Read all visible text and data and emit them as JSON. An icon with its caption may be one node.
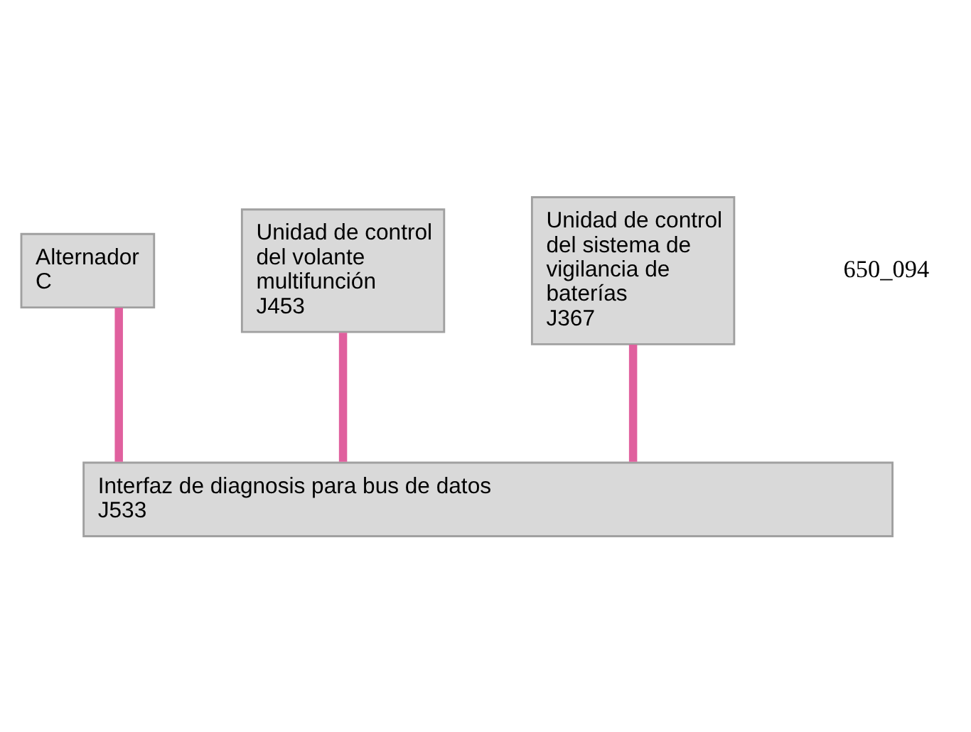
{
  "diagram": {
    "nodes": [
      {
        "text": [
          "Alternador",
          "C"
        ]
      },
      {
        "text": [
          "Unidad de control del volante multifunción",
          "J453"
        ]
      },
      {
        "text": [
          "Unidad de control del sistema de vigilancia de baterías",
          "J367"
        ]
      },
      {
        "text": [
          "Interfaz de diagnosis para bus de datos",
          "J533"
        ]
      }
    ],
    "edges": [
      {
        "from": 3,
        "to": 1,
        "arrow": "none"
      },
      {
        "from": 3,
        "to": 0,
        "arrow": "none"
      },
      {
        "from": 3,
        "to": 2,
        "arrow": "none"
      }
    ],
    "labels": [
      "650_094"
    ]
  }
}
